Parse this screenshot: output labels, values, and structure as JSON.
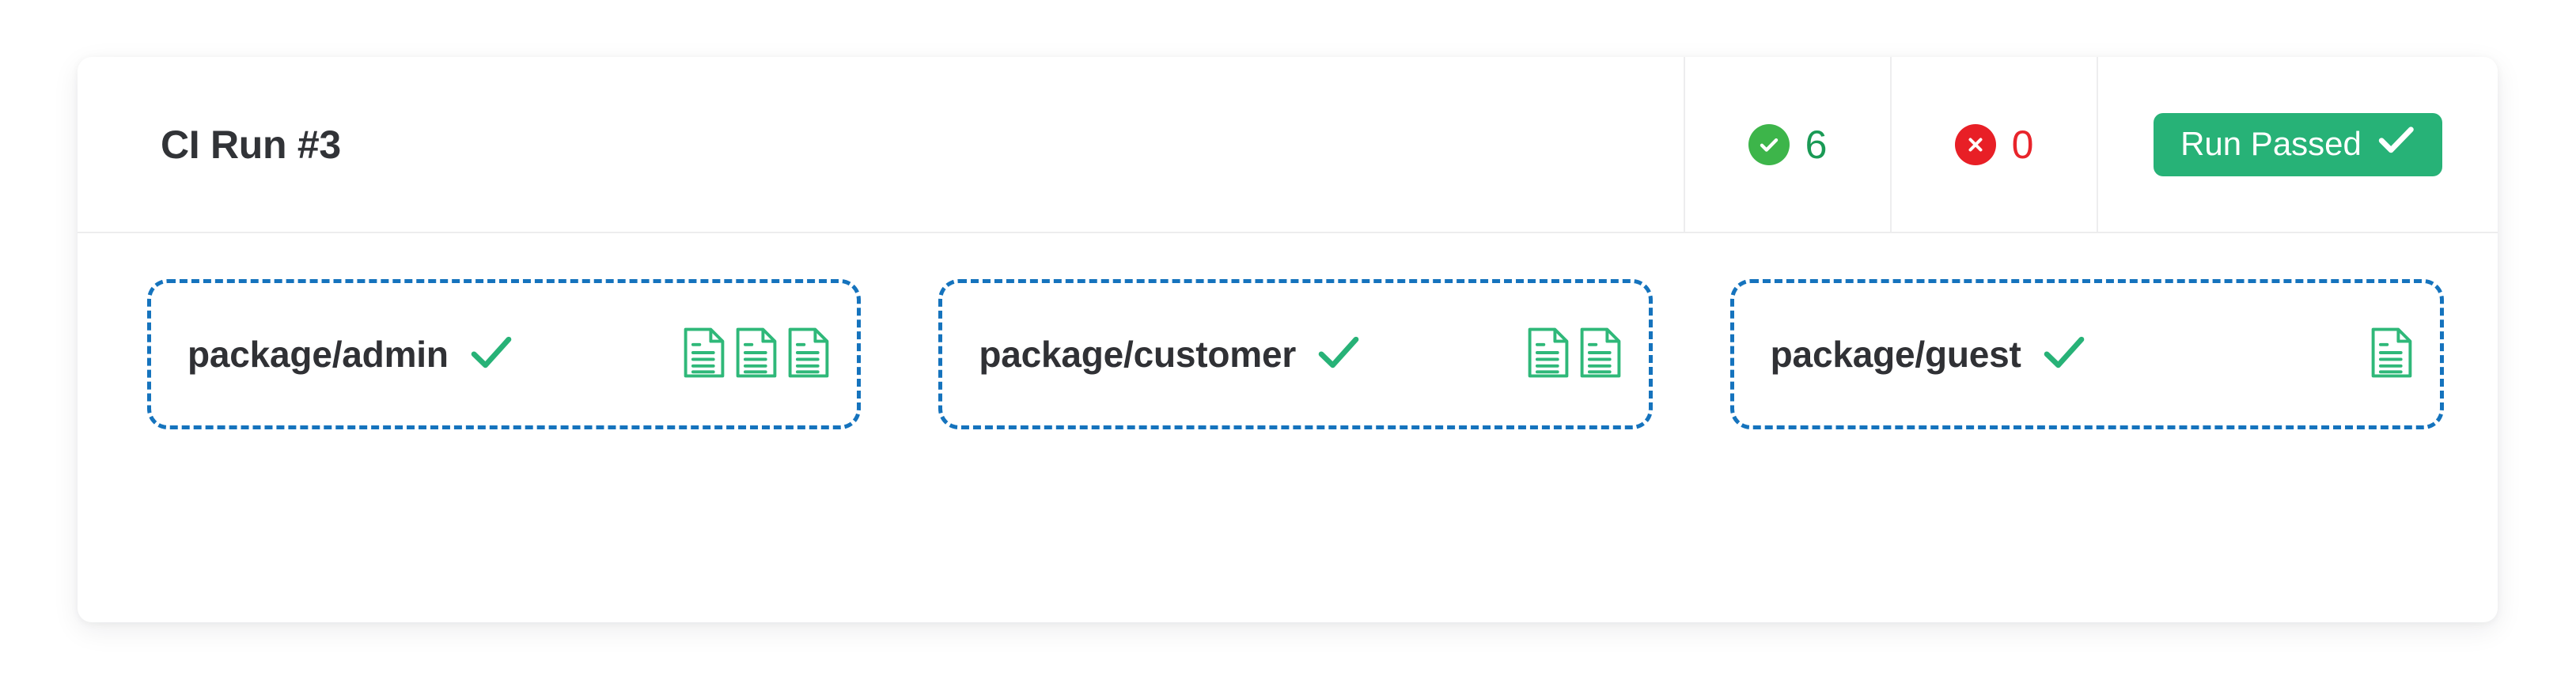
{
  "card": {
    "header": {
      "title": "CI Run #3",
      "stats": [
        {
          "key": "passed",
          "icon": "check-circle-icon",
          "value": "6",
          "icon_color": "#3db54a",
          "text_color": "#1a9a55"
        },
        {
          "key": "failed",
          "icon": "x-circle-icon",
          "value": "0",
          "icon_color": "#e81f26",
          "text_color": "#e8242b"
        }
      ],
      "badge": {
        "label": "Run Passed",
        "icon": "check-icon",
        "background": "#27b277",
        "text_color": "#ffffff"
      }
    },
    "packages": [
      {
        "name": "package/admin",
        "status_icon": "check-icon",
        "status_color": "#27b277",
        "document_count": 3,
        "documents": [
          "document-icon",
          "document-icon",
          "document-icon"
        ]
      },
      {
        "name": "package/customer",
        "status_icon": "check-icon",
        "status_color": "#27b277",
        "document_count": 2,
        "documents": [
          "document-icon",
          "document-icon"
        ]
      },
      {
        "name": "package/guest",
        "status_icon": "check-icon",
        "status_color": "#27b277",
        "document_count": 1,
        "documents": [
          "document-icon"
        ]
      }
    ],
    "colors": {
      "pill_border": "#1573bd",
      "document_icon": "#2fb879",
      "divider": "#ededee",
      "card_background": "#ffffff",
      "title_text": "#313337"
    }
  }
}
